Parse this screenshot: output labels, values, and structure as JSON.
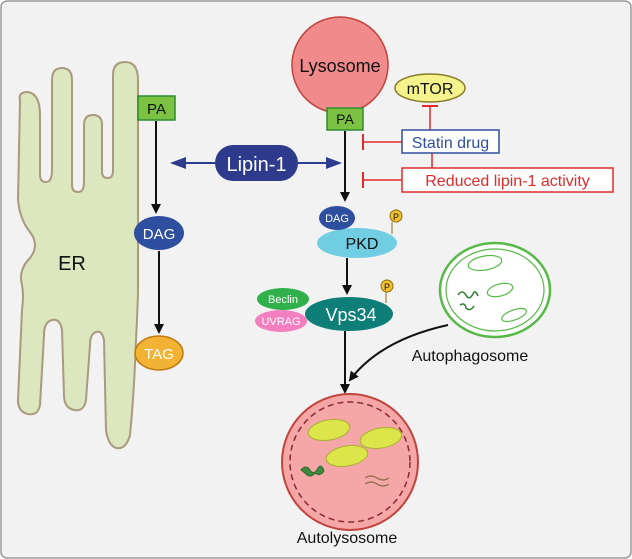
{
  "colors": {
    "background": "#f2f2f2",
    "border": "#9a9a9a",
    "er_fill": "#dce7bf",
    "er_stroke": "#a99a7e",
    "pa_fill": "#7cc242",
    "pa_stroke": "#2f8a2f",
    "lipin_fill": "#2e3a8c",
    "dag_fill": "#2e4fa0",
    "tag_fill": "#f2b233",
    "tag_stroke": "#c07a10",
    "lysosome_fill": "#f18a8a",
    "lysosome_stroke": "#c0443c",
    "mtor_fill": "#f4f38c",
    "mtor_stroke": "#8a7a2a",
    "inhibit_red": "#e02b2b",
    "statin_blue": "#2e4fa0",
    "pkd_fill": "#71cde2",
    "phospho_fill": "#f2c12e",
    "vps34_fill": "#0e7e78",
    "beclin_fill": "#2fb04a",
    "uvrag_fill": "#f37fc0",
    "autophagosome_green": "#57b948",
    "autolysosome_fill": "#f5a6a6",
    "mito_fill": "#dce64b"
  },
  "er": {
    "label": "ER",
    "pa_label": "PA",
    "dag_label": "DAG",
    "tag_label": "TAG"
  },
  "lipin": {
    "label": "Lipin-1"
  },
  "lysosome": {
    "label": "Lysosome",
    "pa_label": "PA",
    "mtor_label": "mTOR"
  },
  "inhibitors": {
    "statin": "Statin drug",
    "reduced_lipin": "Reduced lipin-1 activity"
  },
  "pkd": {
    "dag_label": "DAG",
    "pkd_label": "PKD",
    "phospho_label": "P"
  },
  "vps34": {
    "label": "Vps34",
    "beclin_label": "Beclin",
    "uvrag_label": "UVRAG",
    "phospho_label": "P"
  },
  "autophagosome": {
    "label": "Autophagosome"
  },
  "autolysosome": {
    "label": "Autolysosome"
  }
}
